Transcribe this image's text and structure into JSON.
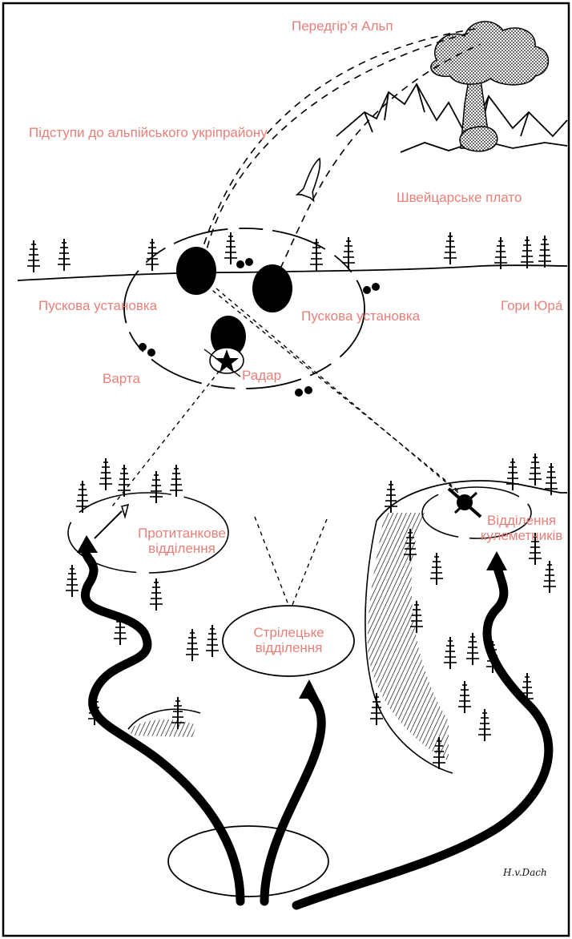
{
  "labels": {
    "alps_foothills": "Передгір’я Альп",
    "alpine_approaches": "Підступи до альпійського укріпрайону",
    "swiss_plateau": "Швейцарське плато",
    "launcher_left": "Пускова установка",
    "launcher_right": "Пускова установка",
    "jura": "Гори Юра́",
    "guard": "Варта",
    "radar": "Радар",
    "antitank_line1": "Протитанкове",
    "antitank_line2": "відділення",
    "rifle_line1": "Стрілецьке",
    "rifle_line2": "відділення",
    "mg_line1": "Відділення",
    "mg_line2": "кулеметників"
  },
  "signature": "H.v.Dach"
}
